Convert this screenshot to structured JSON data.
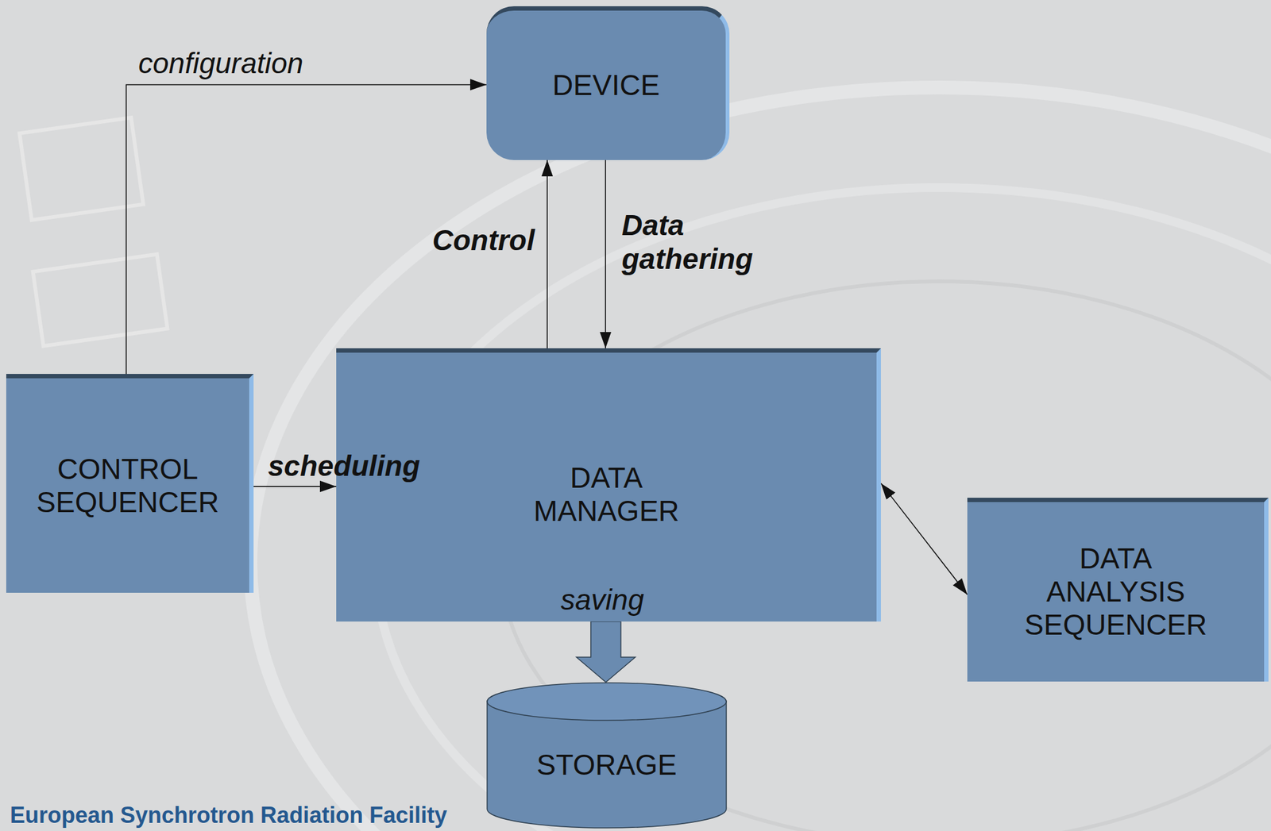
{
  "diagram": {
    "nodes": [
      {
        "text": [
          "DEVICE"
        ]
      },
      {
        "text": [
          "CONTROL SEQUENCER"
        ]
      },
      {
        "text": [
          "DATA MANAGER"
        ]
      },
      {
        "text": [
          "DATA ANALYSIS SEQUENCER"
        ]
      },
      {
        "text": [
          "STORAGE"
        ]
      }
    ],
    "edges": [
      {
        "from": 1,
        "to": 0,
        "label": "configuration",
        "arrow": "to"
      },
      {
        "from": 2,
        "to": 0,
        "label": "Control",
        "arrow": "to"
      },
      {
        "from": 0,
        "to": 2,
        "label": "Data gathering",
        "arrow": "to"
      },
      {
        "from": 1,
        "to": 2,
        "label": "scheduling",
        "arrow": "to"
      },
      {
        "from": 2,
        "to": 3,
        "arrow": "both"
      },
      {
        "from": 2,
        "to": 4,
        "label": "saving",
        "arrow": "to"
      }
    ],
    "labels": [
      "European Synchrotron Radiation Facility"
    ]
  }
}
